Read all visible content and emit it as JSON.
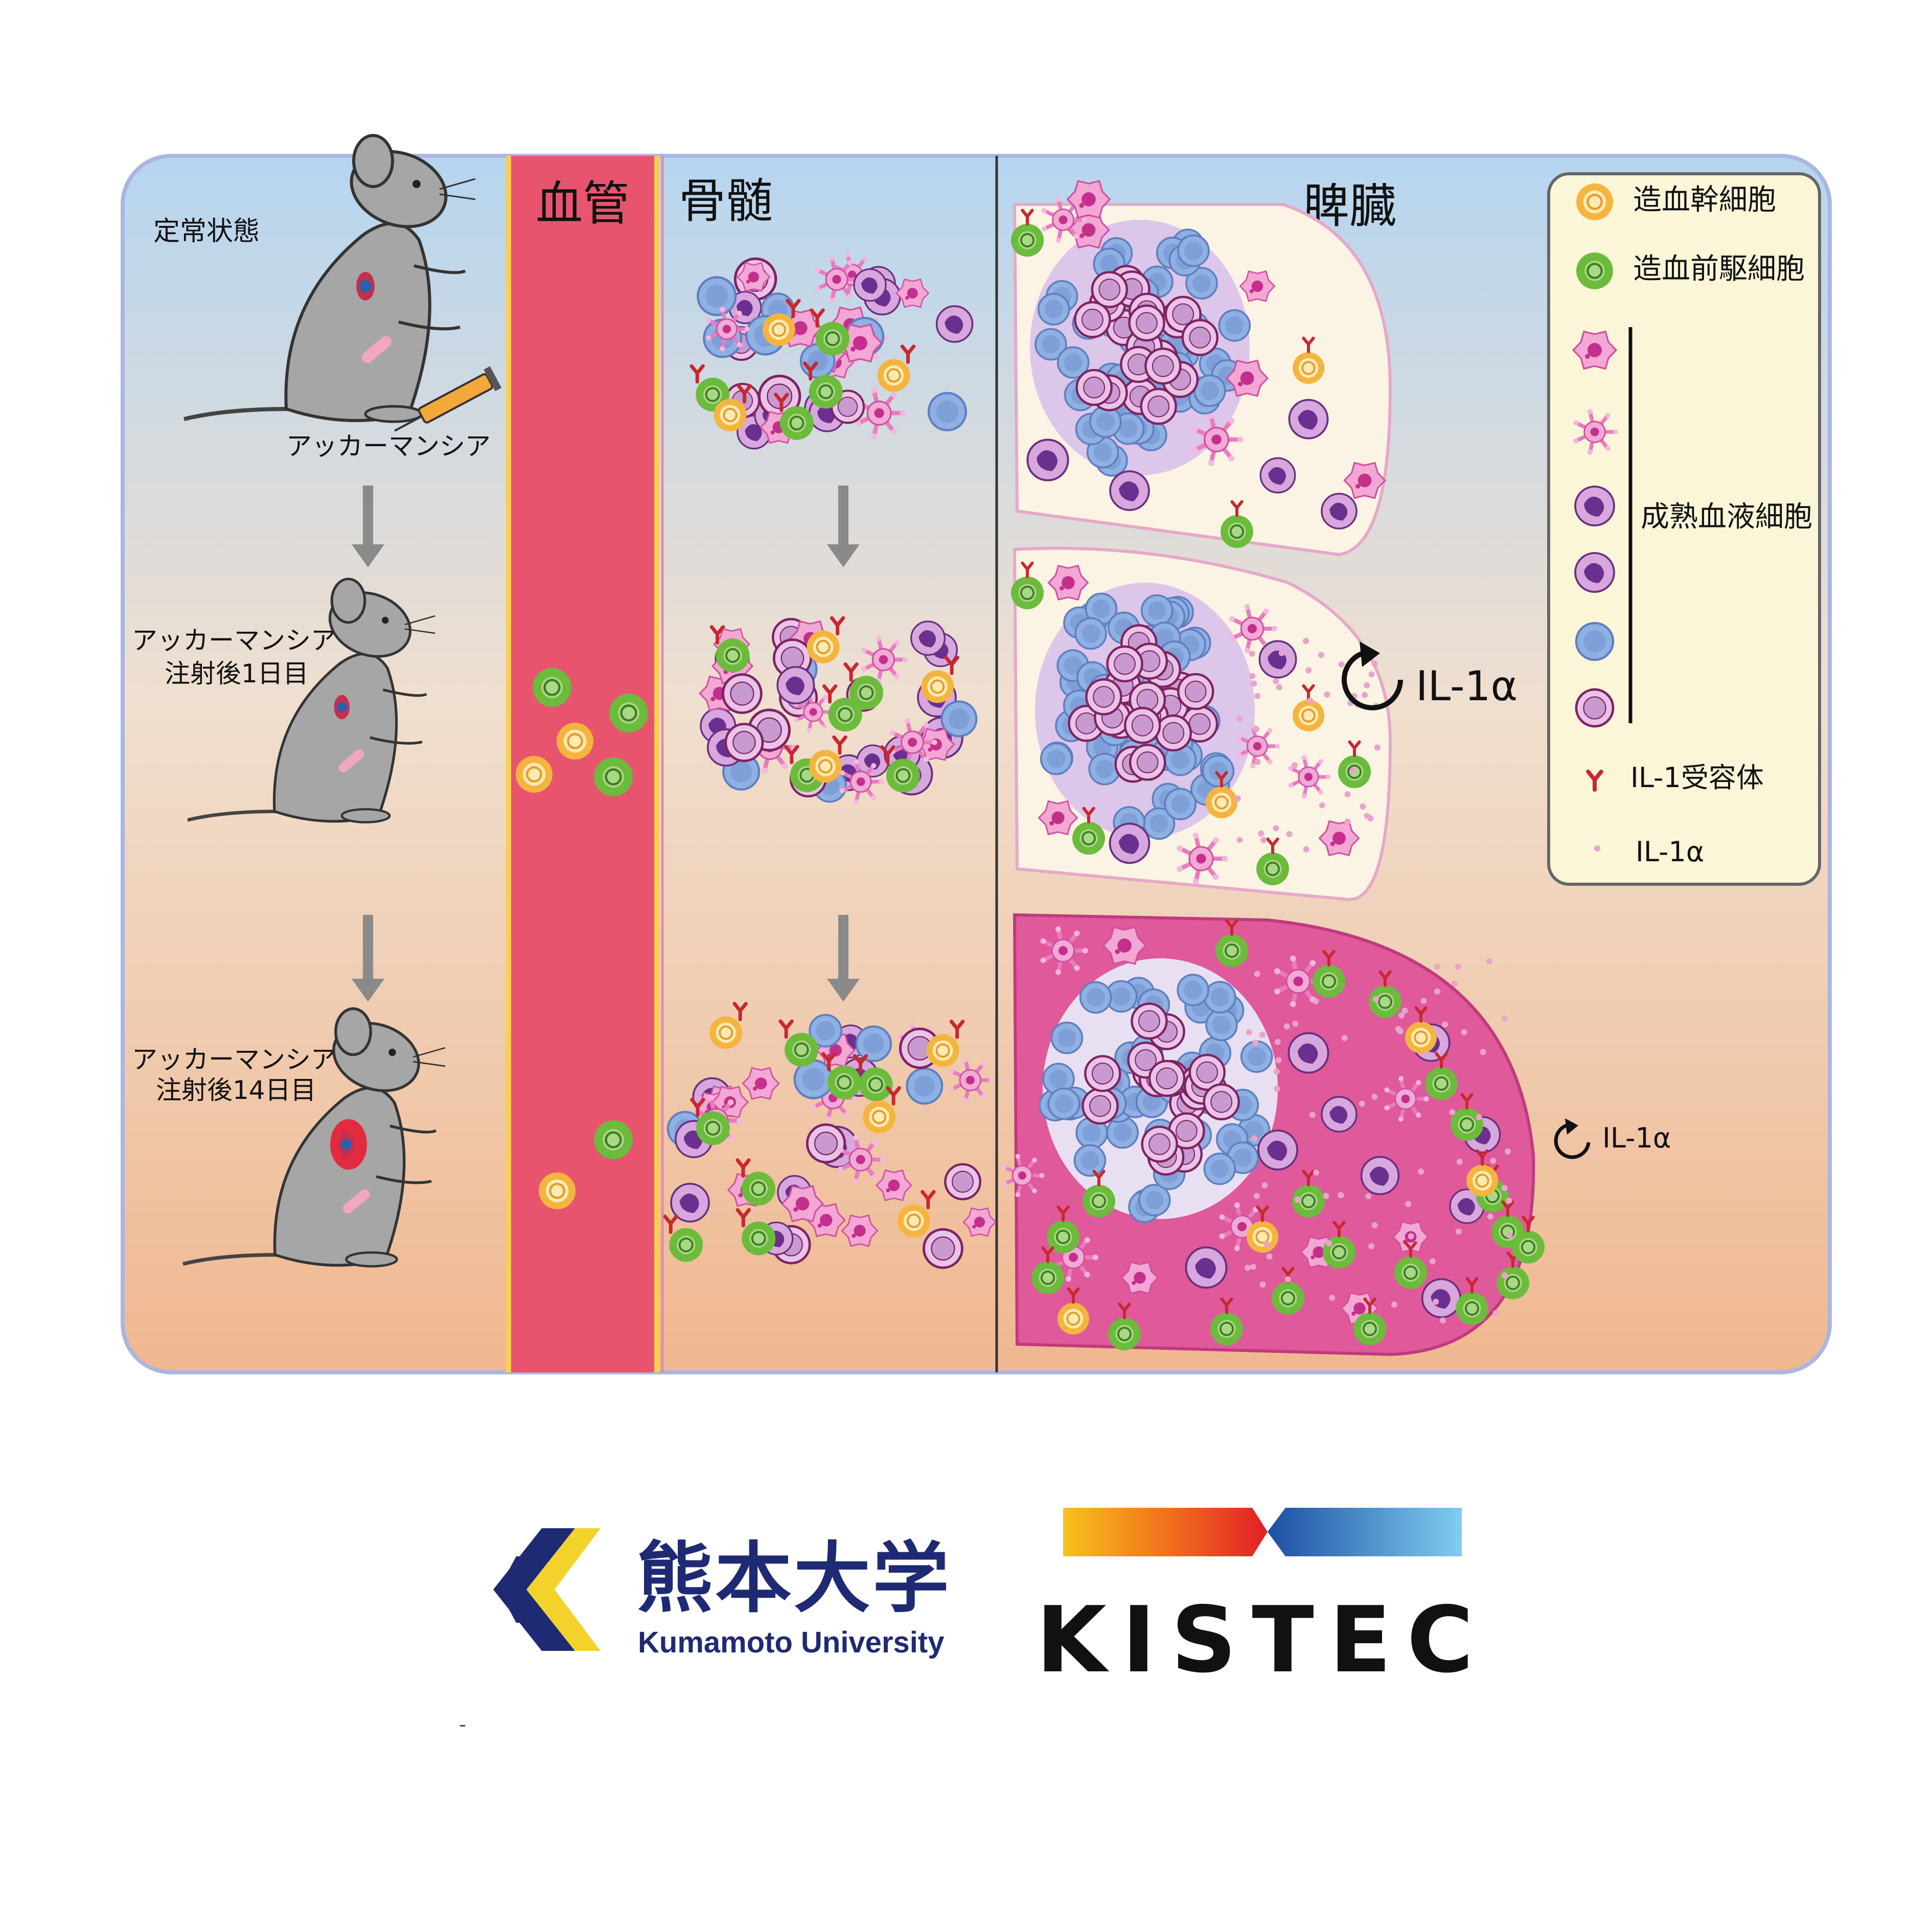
{
  "panels": {
    "vessel": "血管",
    "marrow": "骨髄",
    "spleen": "脾臓"
  },
  "mouse_states": {
    "steady": "定常状態",
    "drug": "アッカーマンシア",
    "day1_line1": "アッカーマンシア",
    "day1_line2": "注射後1日目",
    "day14_line1": "アッカーマンシア",
    "day14_line2": "注射後14日目"
  },
  "legend": {
    "hsc": "造血幹細胞",
    "progenitor": "造血前駆細胞",
    "mature": "成熟血液細胞",
    "receptor": "IL-1受容体",
    "cytokine": "IL-1α"
  },
  "loop_label_1": "IL-1α",
  "loop_label_2": "IL-1α",
  "logos": {
    "kumamoto_jp": "熊本大学",
    "kumamoto_en": "Kumamoto University",
    "kistec": "KISTEC"
  },
  "colors": {
    "hsc_outer": "#f4b53f",
    "hsc_inner": "#fde9b4",
    "progenitor": "#6cbb3c",
    "progenitor_inner": "#a9d886",
    "megakaryocyte": "#f3a7d4",
    "blue_cell": "#8fb0e2",
    "purple_cell": "#e9c3e8",
    "vessel": "#e8546e",
    "bg_top": "#b9d6ef",
    "bg_bottom": "#f2b990",
    "spleen_day14": "#e0599b",
    "kumamoto_blue": "#1f2a74",
    "kumamoto_yellow": "#f3d22c"
  },
  "icons": [
    "arrow-down-icon",
    "feedback-loop-icon",
    "mouse-icon",
    "syringe-icon",
    "receptor-icon"
  ]
}
